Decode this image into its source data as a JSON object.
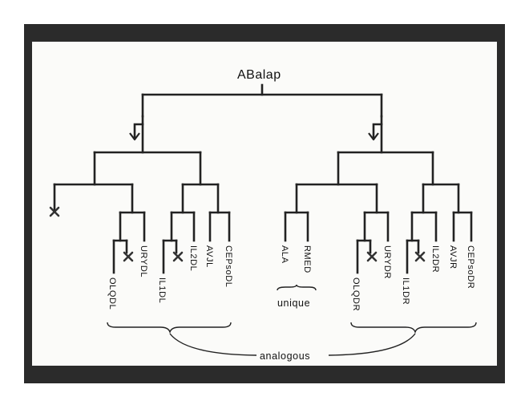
{
  "diagram": {
    "root_label": "ABalap",
    "leaves": {
      "olqdl": "OLQDL",
      "urydl": "URYDL",
      "il1dl": "IL1DL",
      "il2dl": "IL2DL",
      "avjl": "AVJL",
      "cepsodl": "CEPsoDL",
      "ala": "ALA",
      "rmed": "RMED",
      "olqdr": "OLQDR",
      "urydr": "URYDR",
      "il1dr": "IL1DR",
      "il2dr": "IL2DR",
      "avjr": "AVJR",
      "cepsodr": "CEPsoDR"
    },
    "annotations": {
      "unique": "unique",
      "analogous": "analogous"
    },
    "colors": {
      "frame": "#2b2b2b",
      "paper": "#fbfbf9",
      "ink": "#222222"
    },
    "cell_death_marks": [
      "cross-left-outer",
      "cross-olqdl-sister",
      "cross-il1dl-sister",
      "cross-olqdr-sister",
      "cross-il1dr-sister"
    ]
  }
}
